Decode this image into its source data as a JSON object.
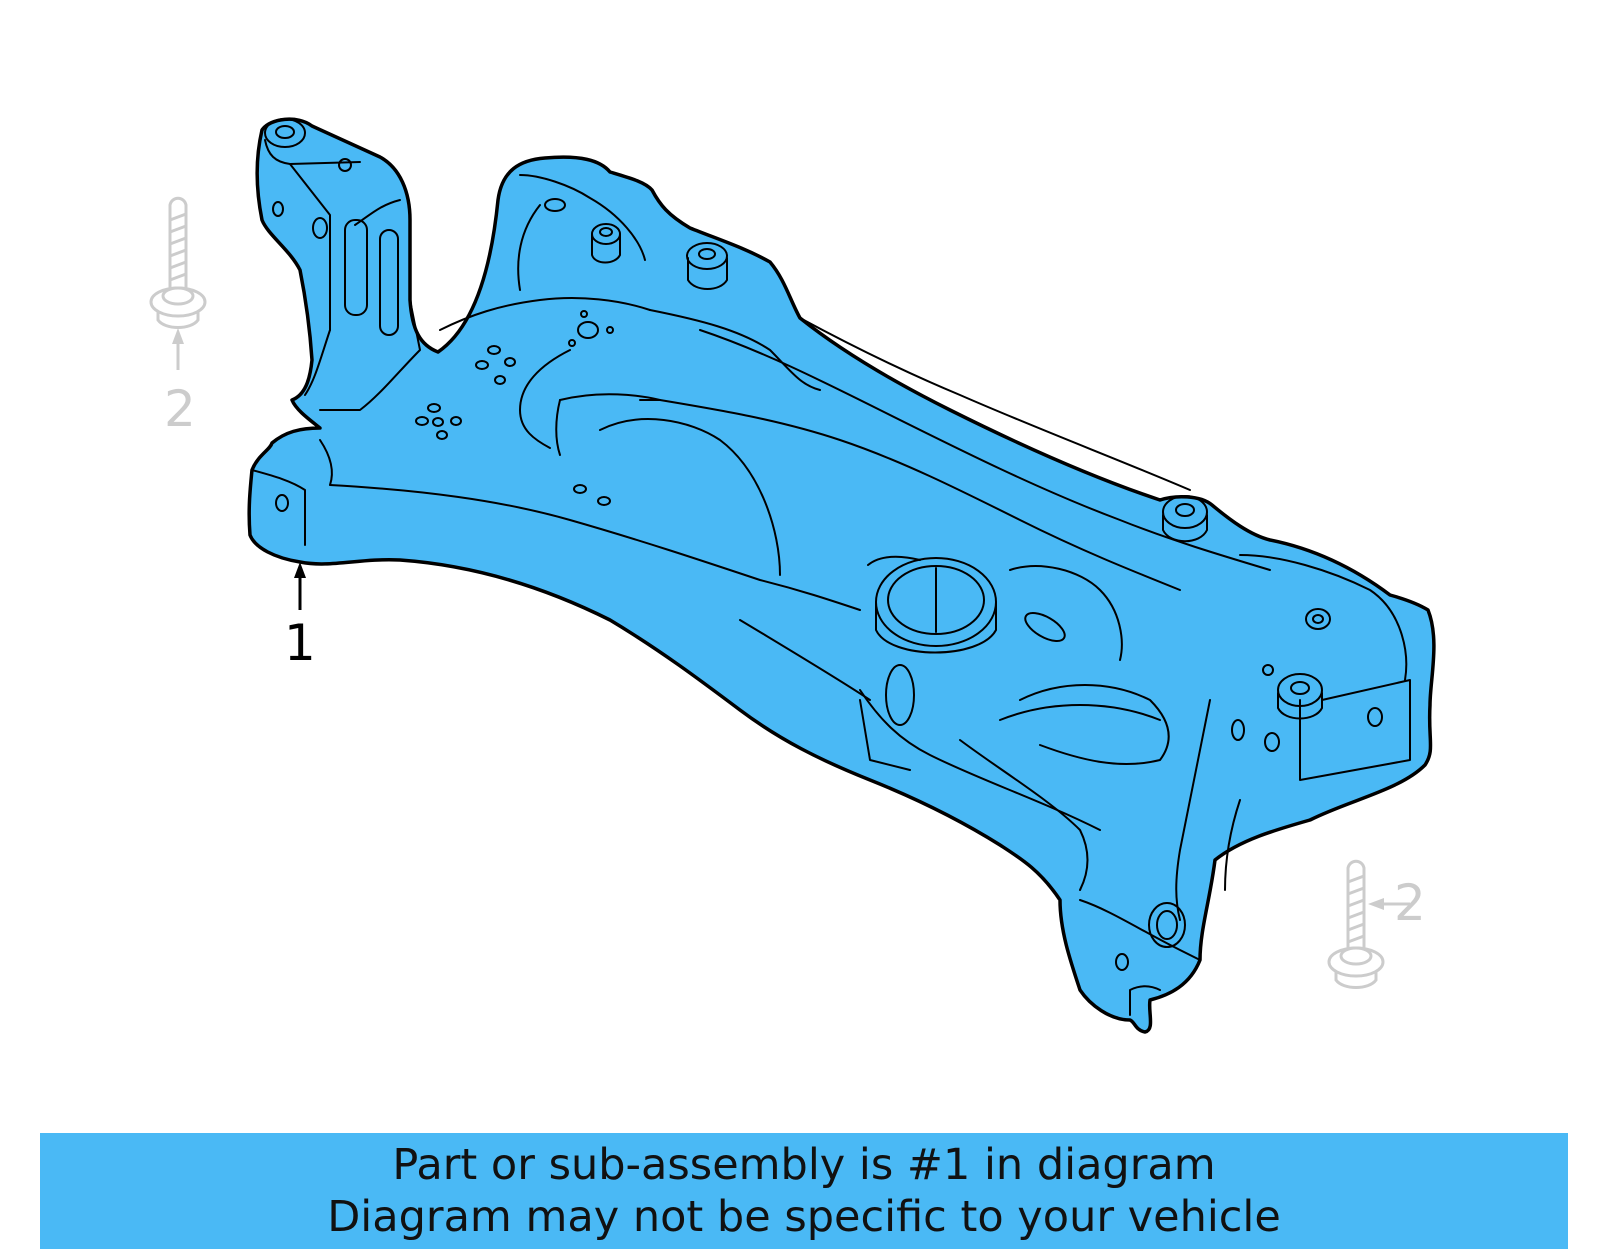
{
  "callouts": {
    "part_1": "1",
    "bolt_left": "2",
    "bolt_right": "2"
  },
  "banner": {
    "line1": "Part or sub-assembly is #1 in diagram",
    "line2": "Diagram may not be specific to your vehicle"
  },
  "colors": {
    "part_fill": "#4ab9f5",
    "outline": "#000000",
    "secondary": "#cccccc",
    "banner_bg": "#4ab9f5"
  },
  "icons": {
    "part": "subframe-crossmember",
    "fastener": "bolt-icon"
  }
}
